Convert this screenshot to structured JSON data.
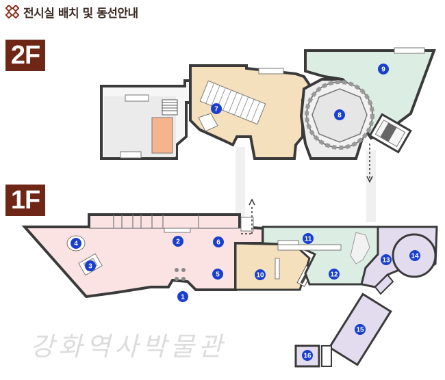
{
  "header": {
    "title": "전시실 배치 및 동선안내",
    "icon": "knot-pattern-icon"
  },
  "floors": [
    {
      "label": "2F"
    },
    {
      "label": "1F"
    }
  ],
  "rooms": [
    {
      "num": "1"
    },
    {
      "num": "2"
    },
    {
      "num": "3"
    },
    {
      "num": "4"
    },
    {
      "num": "5"
    },
    {
      "num": "6"
    },
    {
      "num": "7"
    },
    {
      "num": "8"
    },
    {
      "num": "9"
    },
    {
      "num": "10"
    },
    {
      "num": "11"
    },
    {
      "num": "12"
    },
    {
      "num": "13"
    },
    {
      "num": "14"
    },
    {
      "num": "15"
    },
    {
      "num": "16"
    }
  ],
  "watermark": "강화역사박물관",
  "colors": {
    "floor_tag": "#6e2716",
    "marker": "#1a3fcf",
    "zone_pink": "#fbe3e3",
    "zone_tan": "#f5e0bd",
    "zone_green": "#dceee3",
    "zone_lavender": "#e3dcee",
    "zone_gray": "#ececec",
    "stair_orange": "#f4b48e",
    "outline": "#3a3a3a"
  }
}
